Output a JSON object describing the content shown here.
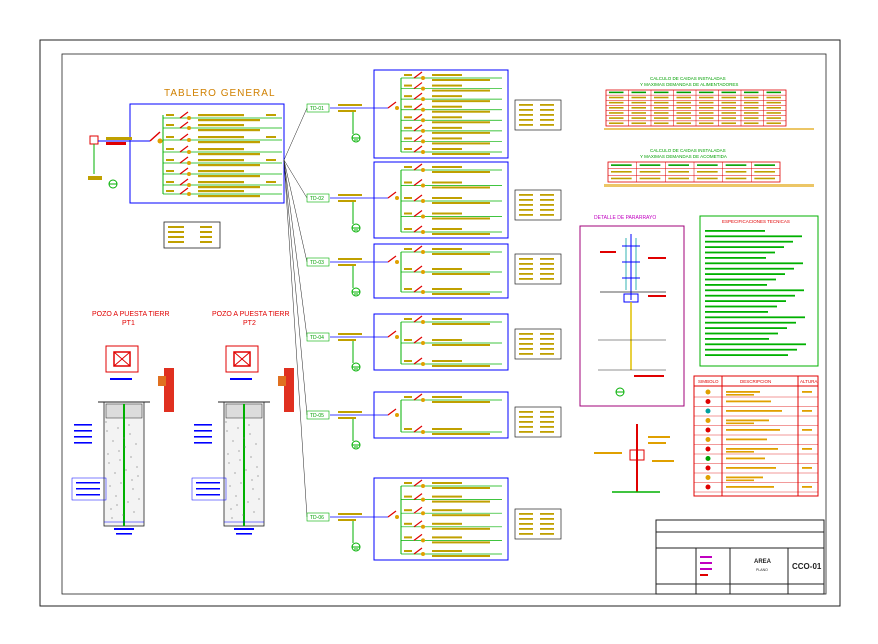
{
  "sheet": {
    "title": "TABLERO GENERAL",
    "pozo_1_title": "POZO A PUESTA  TIERR",
    "pozo_1_sub": "PT1",
    "pozo_2_title": "POZO A PUESTA  TIERR",
    "pozo_2_sub": "PT2",
    "detalle_pararrayo": "DETALLE DE PARARRAYO",
    "especificaciones": "ESPECIFICACIONES TECNICAS",
    "calculo_1_title": "CALCULO DE CAIDAS INSTALADAS",
    "calculo_1_sub": "Y MAXIMAS DEMANDAS DE ALIMENTADORES",
    "calculo_2_title": "CALCULO DE CAIDAS INSTALADAS",
    "calculo_2_sub": "Y MAXIMAS DEMANDAS DE ACOMETIDA",
    "leyenda_simbolo": "SIMBOLO",
    "leyenda_descripcion": "DESCRIPCION",
    "leyenda_altura": "ALTURA",
    "cartela_area": "AREA",
    "cartela_plano": "PLANO",
    "cartela_code": "CCO-01"
  },
  "subpanels": [
    "TD-01",
    "TD-02",
    "TD-03",
    "TD-04",
    "TD-05",
    "TD-06"
  ],
  "colors": {
    "line_blue": "#0000ff",
    "line_green": "#00b000",
    "accent_red": "#e00000",
    "text_orange": "#d08000",
    "text_yellow": "#c0a000",
    "border_magenta": "#a0007a",
    "ground_green": "#2a8a2a"
  }
}
